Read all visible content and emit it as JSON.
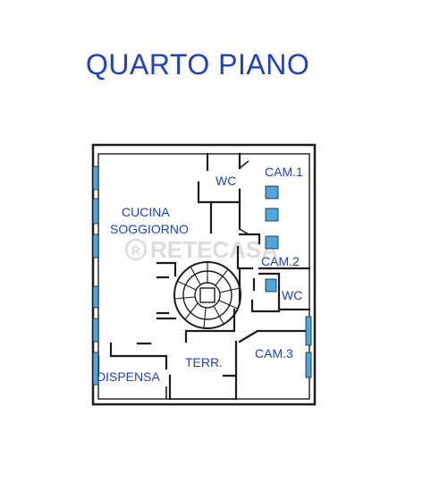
{
  "floor_title": "QUARTO PIANO",
  "rooms": {
    "cucina_line1": "CUCINA",
    "cucina_line2": "SOGGIORNO",
    "wc_top": "WC",
    "cam1": "CAM.1",
    "cam2": "CAM.2",
    "wc_mid": "WC",
    "cam3": "CAM.3",
    "terr": "TERR.",
    "dispensa": "DISPENSA"
  },
  "watermark": "RETECASA",
  "colors": {
    "title": "#1a3fd6",
    "labels": "#1a3fd6",
    "windows": "#4aa7df",
    "walls": "#1c1c1c"
  }
}
